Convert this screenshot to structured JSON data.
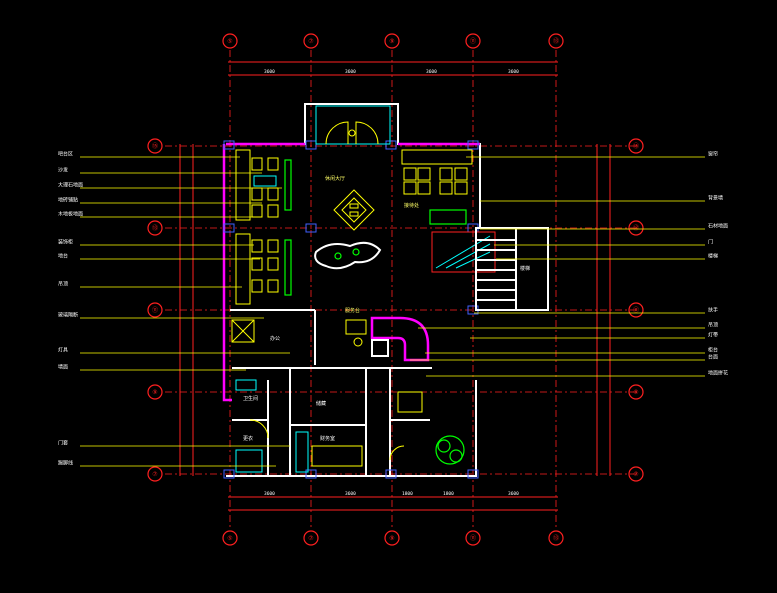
{
  "axes": {
    "columns": [
      "⑤",
      "⑦",
      "⑨",
      "⑪",
      "⑬"
    ],
    "rows": [
      "⑮",
      "⑬",
      "⑪",
      "⑨",
      "⑦"
    ]
  },
  "dimensions": {
    "top": [
      "3600",
      "3600",
      "3600",
      "3600"
    ],
    "bottom": [
      "3600",
      "3600",
      "1800",
      "1800",
      "3600"
    ]
  },
  "rooms": {
    "lobby_label": "休闲大厅",
    "center_label": "服务台",
    "reception_label": "接待处",
    "office1": "办公",
    "office2": "财务室",
    "storage": "储藏",
    "toilet1": "卫生间",
    "toilet2": "更衣",
    "stair": "楼梯"
  },
  "left_labels": [
    "吧台区",
    "沙发",
    "大理石地面",
    "地砖铺贴",
    "木地板地面",
    "装饰柜",
    "地台",
    "吊顶",
    "玻璃隔断",
    "灯具",
    "墙面",
    "门套",
    "踢脚线"
  ],
  "right_labels": [
    "窗帘",
    "背景墙",
    "石材地面",
    "门",
    "楼梯",
    "扶手",
    "吊顶",
    "灯带",
    "柜台",
    "台面",
    "地面拼花"
  ],
  "colors": {
    "grid": "#ff2020",
    "walls": "#ffffff",
    "furniture": "#ffff00",
    "fixtures": "#00ffff",
    "plants": "#00ff00",
    "columns": "#4060ff"
  }
}
